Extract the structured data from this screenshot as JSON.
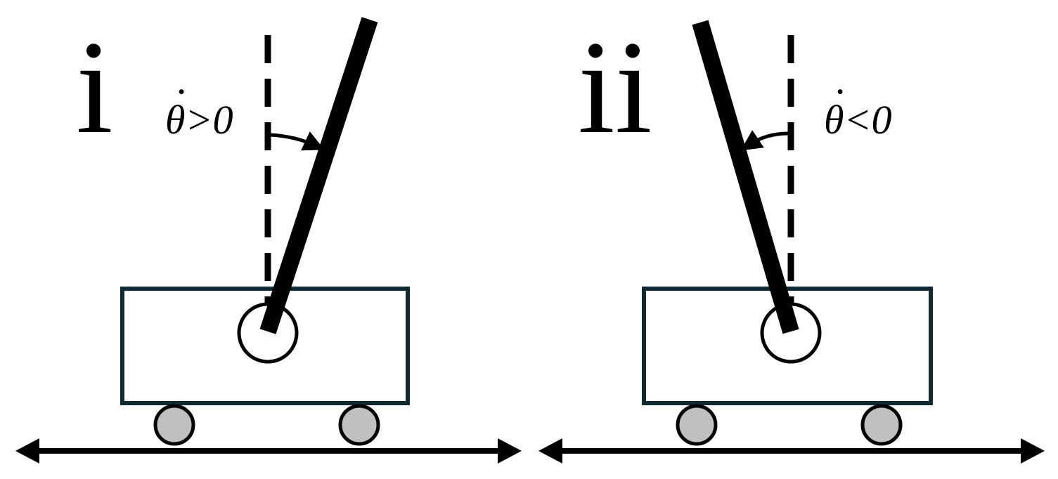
{
  "panels": [
    {
      "label": "i",
      "rate_label": "θ>0",
      "rate_dot": "·",
      "rotation_direction": "clockwise"
    },
    {
      "label": "ii",
      "rate_label": "θ<0",
      "rate_dot": "·",
      "rotation_direction": "counterclockwise"
    }
  ],
  "colors": {
    "cart_outline": "#0f2a33",
    "pole": "#000000",
    "wheel_fill": "#c0c0c0",
    "line": "#000000"
  }
}
